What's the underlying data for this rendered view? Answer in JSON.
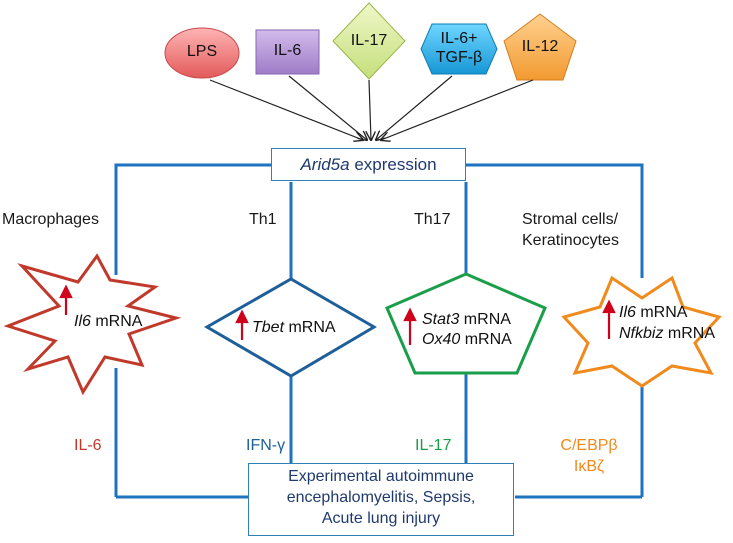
{
  "stimuli": [
    {
      "label": "LPS",
      "shape": "ellipse",
      "color": "#f07a7a"
    },
    {
      "label": "IL-6",
      "shape": "rectangle",
      "color": "#b99ad6"
    },
    {
      "label": "IL-17",
      "shape": "diamond",
      "color": "#d7ea9b"
    },
    {
      "label_line1": "IL-6+",
      "label_line2": "TGF-β",
      "shape": "hexagon",
      "color": "#2ab8ee"
    },
    {
      "label": "IL-12",
      "shape": "pentagon",
      "color": "#f6b25a"
    }
  ],
  "center_box": {
    "gene": "Arid5a",
    "suffix": " expression"
  },
  "columns": {
    "macrophages": {
      "title": "Macrophages",
      "gene": "Il6",
      "suffix": " mRNA",
      "output": "IL-6",
      "color": "#c0392b"
    },
    "th1": {
      "title": "Th1",
      "gene": "Tbet",
      "suffix": " mRNA",
      "output": "IFN-γ",
      "color": "#1f5f99"
    },
    "th17": {
      "title": "Th17",
      "gene1": "Stat3",
      "suffix1": " mRNA",
      "gene2": "Ox40",
      "suffix2": " mRNA",
      "output": "IL-17",
      "color": "#1a9e4a"
    },
    "stromal": {
      "title_line1": "Stromal cells/",
      "title_line2": "Keratinocytes",
      "gene1": "Il6",
      "suffix1": " mRNA",
      "gene2": "Nfkbiz",
      "suffix2": " mRNA",
      "output_line1": "C/EBPβ",
      "output_line2": "IκBζ",
      "color": "#f08a1c"
    }
  },
  "disease_box": {
    "line1": "Experimental autoimmune",
    "line2": "encephalomyelitis, Sepsis,",
    "line3": "Acute lung injury"
  },
  "colors": {
    "connector": "#1e73be",
    "up_arrow": "#d0021b"
  }
}
